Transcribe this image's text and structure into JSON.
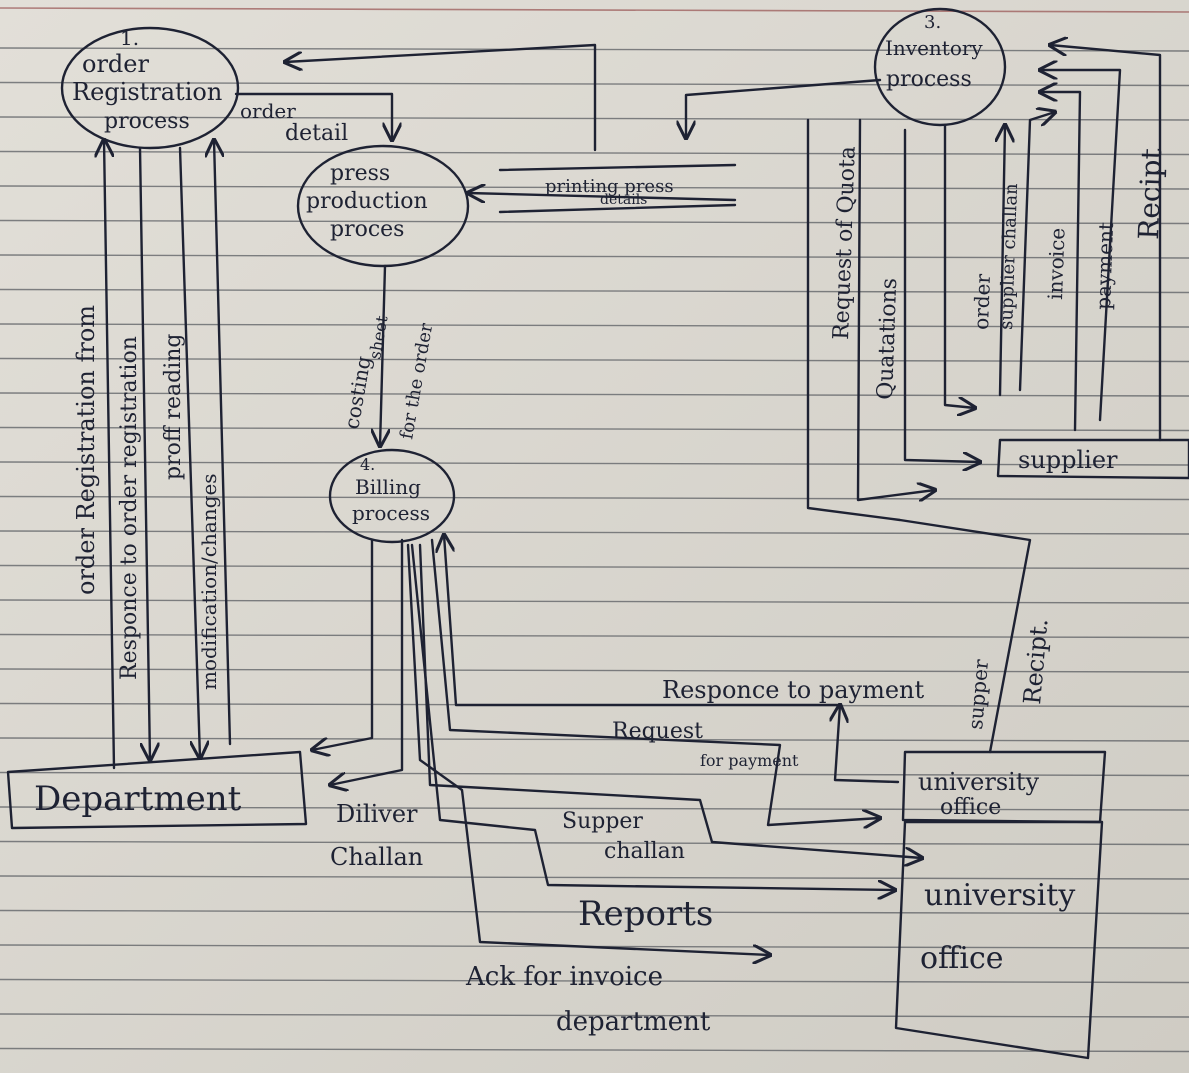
{
  "nodes": {
    "order_registration": {
      "number": "1.",
      "line1": "order",
      "line2": "Registration",
      "line3": "process"
    },
    "press_production": {
      "line1": "press",
      "line2": "production",
      "line3": "proces"
    },
    "billing": {
      "number": "4.",
      "line1": "Billing",
      "line2": "process"
    },
    "inventory": {
      "number": "3.",
      "line1": "Inventory",
      "line2": "process"
    }
  },
  "entities": {
    "department": "Department",
    "supplier": "supplier",
    "university_office_top": "university",
    "university_office_top2": "office",
    "university_office_big": "university",
    "university_office_big2": "office"
  },
  "flows": {
    "order_detail_1": "order",
    "order_detail_2": "detail",
    "order_registration_form": "order Registration from",
    "response_to_order_registration": "Responce to order registration",
    "proof_reading": "proff reading",
    "modification_changes": "modification/changes",
    "printing_press_1": "printing press",
    "printing_press_2": "details",
    "costing_1": "costing",
    "costing_2": "sheet",
    "costing_3": "for the order",
    "request_for_quotation": "Request of Quota",
    "quotations": "Quatations",
    "order_supplier": "order",
    "supplier_challan": "supplier challan",
    "invoice": "invoice",
    "payment": "payment",
    "receipt_top": "Recipt",
    "response_to_payment": "Responce to payment",
    "request_for_payment_1": "Request",
    "request_for_payment_2": "for payment",
    "supplier_receipt_1": "supper",
    "supplier_receipt_2": "Recipt.",
    "deliver_challan_1": "Diliver",
    "deliver_challan_2": "Challan",
    "supper_challan_1": "Supper",
    "supper_challan_2": "challan",
    "reports": "Reports",
    "ack_invoice_1": "Ack for invoice",
    "ack_invoice_2": "department"
  }
}
